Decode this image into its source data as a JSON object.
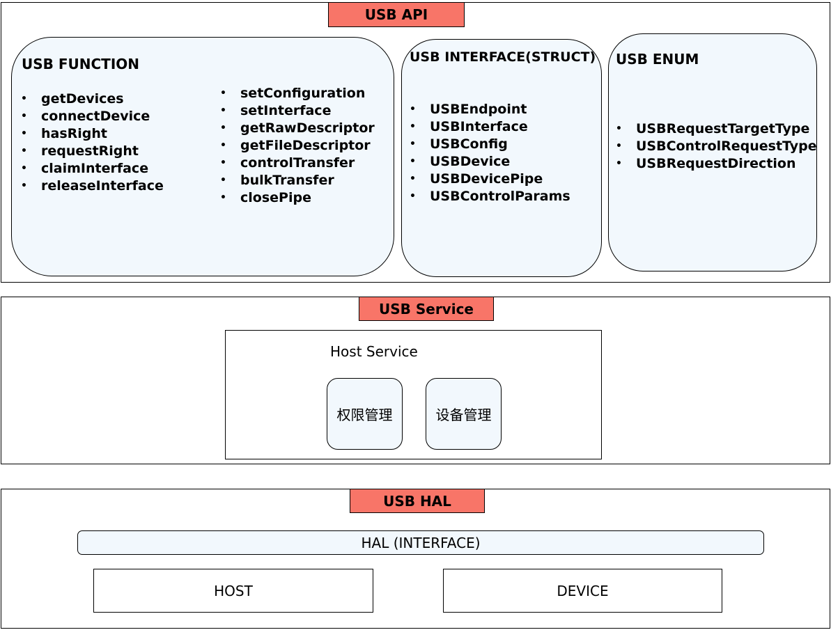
{
  "api": {
    "tag": "USB API",
    "function": {
      "title": "USB FUNCTION",
      "col1": [
        "getDevices",
        "connectDevice",
        "hasRight",
        "requestRight",
        "claimInterface",
        "releaseInterface"
      ],
      "col2": [
        "setConfiguration",
        "setInterface",
        "getRawDescriptor",
        "getFileDescriptor",
        "controlTransfer",
        "bulkTransfer",
        "closePipe"
      ]
    },
    "interface": {
      "title": "USB INTERFACE(STRUCT)",
      "items": [
        "USBEndpoint",
        "USBInterface",
        "USBConfig",
        "USBDevice",
        "USBDevicePipe",
        "USBControlParams"
      ]
    },
    "enum": {
      "title": "USB ENUM",
      "items": [
        "USBRequestTargetType",
        "USBControlRequestType",
        "USBRequestDirection"
      ]
    }
  },
  "service": {
    "tag": "USB Service",
    "host_title": "Host Service",
    "permission_box": "权限管理",
    "device_box": "设备管理"
  },
  "hal": {
    "tag": "USB HAL",
    "interface_bar": "HAL (INTERFACE)",
    "host": "HOST",
    "device": "DEVICE"
  },
  "colors": {
    "tag_fill": "#f87568",
    "box_fill": "#f2f8fd",
    "border": "#000000"
  }
}
